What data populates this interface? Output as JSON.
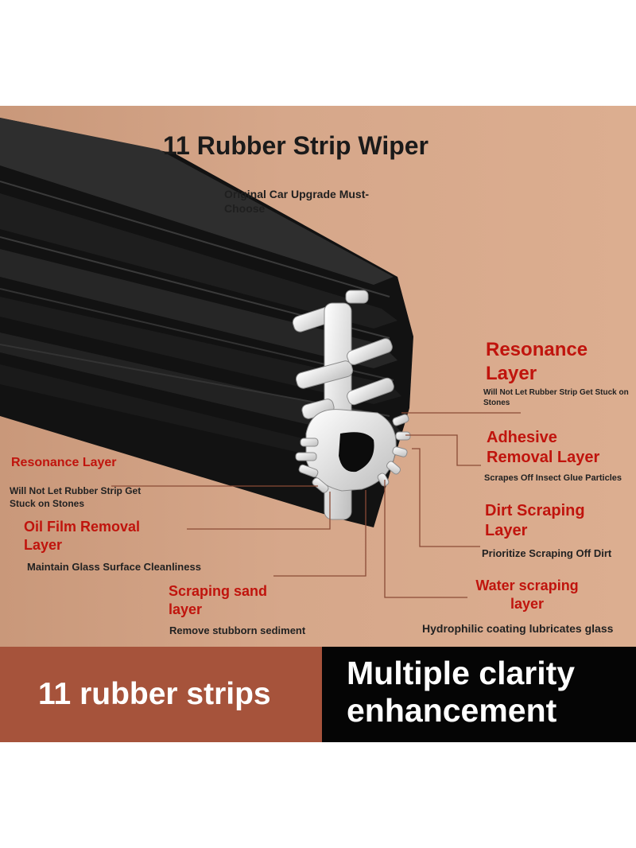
{
  "title": "11 Rubber Strip Wiper",
  "subtitle": "Original Car Upgrade Must-Choose",
  "callouts_right": [
    {
      "label": "Resonance Layer",
      "desc": "Will Not Let Rubber Strip Get Stuck on Stones"
    },
    {
      "label": "Adhesive Removal Layer",
      "desc": "Scrapes Off Insect Glue Particles"
    },
    {
      "label": "Dirt Scraping Layer",
      "desc": "Prioritize Scraping Off Dirt"
    },
    {
      "label": "Water scraping layer",
      "desc": "Hydrophilic coating lubricates glass"
    }
  ],
  "callouts_left": [
    {
      "label": "Resonance Layer",
      "desc": "Will Not Let Rubber Strip Get Stuck on Stones"
    },
    {
      "label": "Oil Film Removal Layer",
      "desc": "Maintain Glass Surface Cleanliness"
    },
    {
      "label": "Scraping sand layer",
      "desc": "Remove stubborn sediment"
    }
  ],
  "banner": {
    "left": "11 rubber strips",
    "right": "Multiple clarity enhancement"
  },
  "colors": {
    "background": "#d6a78a",
    "label_red": "#c0140d",
    "banner_left": "#a6533b",
    "banner_right": "#050505",
    "rubber": "#141414",
    "profile": "#eeeeee"
  }
}
